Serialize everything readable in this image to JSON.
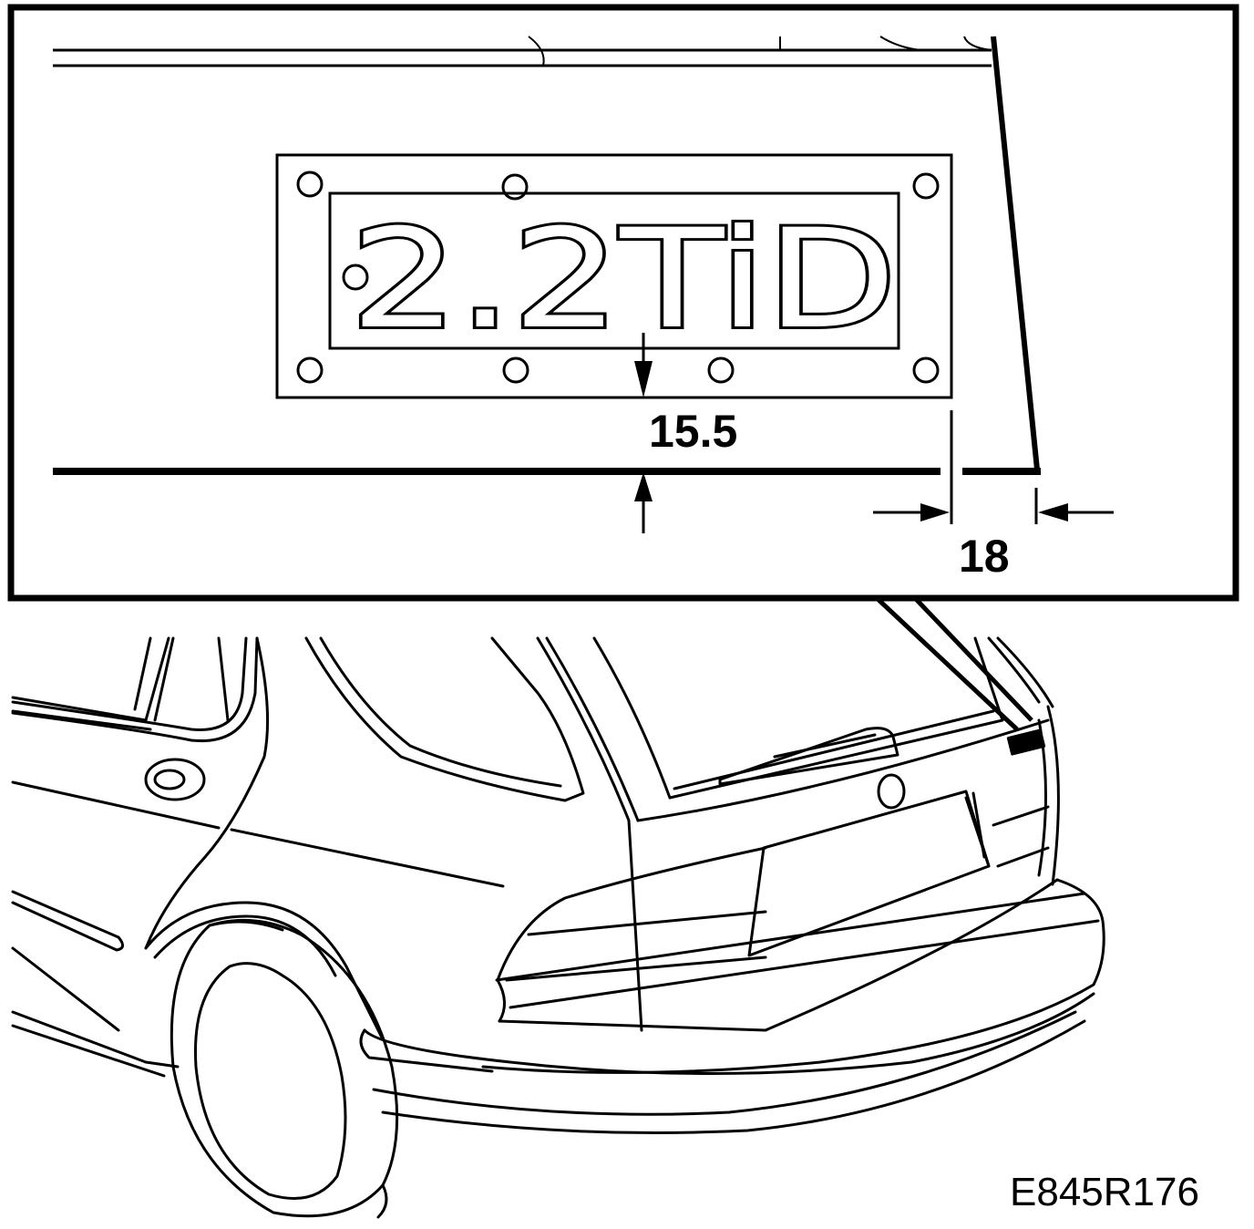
{
  "diagram": {
    "badge_text": "2.2TiD",
    "dimension_vertical": "15.5",
    "dimension_horizontal": "18",
    "drawing_code": "E845R176"
  },
  "colors": {
    "line": "#000000",
    "background": "#ffffff"
  }
}
